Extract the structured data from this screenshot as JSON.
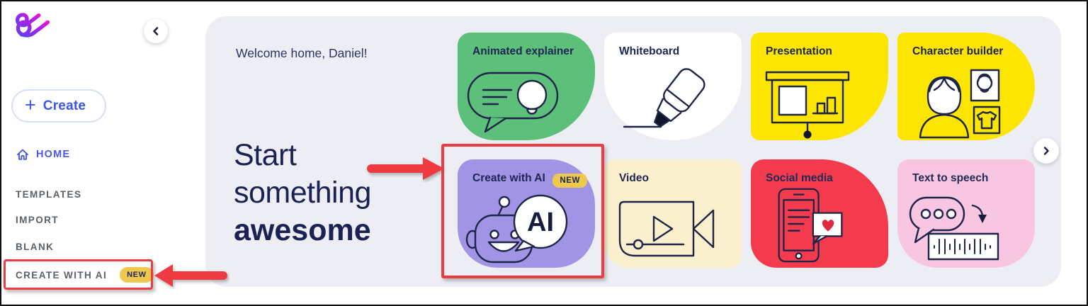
{
  "app": {
    "logo_icon": "scribble-logo",
    "colors": {
      "panel_bg": "#edeef4",
      "sidebar_bg": "#ffffff",
      "frame_border": "#101010",
      "heading_text": "#1b2153",
      "welcome_text": "#2c3263",
      "card_label": "#1d2553",
      "nav_item": "#5c6167",
      "nav_active": "#4a59e5",
      "create_button": "#3a57e8",
      "badge_bg": "#eec94d",
      "badge_text": "#1d2553",
      "annotation_red": "#ee3b42",
      "logo_gradient_start": "#5b43ee",
      "logo_gradient_end": "#ee13cf"
    }
  },
  "sidebar": {
    "collapse_icon": "chevron-left-icon",
    "create_button": {
      "plus": "+",
      "label": "Create"
    },
    "items": [
      {
        "label": "HOME",
        "icon": "home-icon",
        "active": true
      },
      {
        "label": "TEMPLATES"
      },
      {
        "label": "IMPORT"
      },
      {
        "label": "BLANK"
      },
      {
        "label": "CREATE WITH AI",
        "badge": "NEW",
        "highlighted": true
      }
    ]
  },
  "main": {
    "welcome": "Welcome home, Daniel!",
    "heading": {
      "line1": "Start",
      "line2": "something",
      "line3": "awesome"
    },
    "next_icon": "chevron-right-icon",
    "cards": [
      {
        "label": "Animated explainer",
        "icon": "speech-bubble-lightbulb-icon",
        "bg": "#5cbf7a"
      },
      {
        "label": "Whiteboard",
        "icon": "marker-pen-icon",
        "bg": "#ffffff"
      },
      {
        "label": "Presentation",
        "icon": "presentation-board-icon",
        "bg": "#fbe501"
      },
      {
        "label": "Character builder",
        "icon": "character-portrait-icon",
        "bg": "#fbe501"
      },
      {
        "label": "Create with AI",
        "icon": "robot-ai-bubble-icon",
        "bg": "#a294e4",
        "badge": "NEW",
        "bubble_text": "AI"
      },
      {
        "label": "Video",
        "icon": "video-camera-icon",
        "bg": "#faf0cd"
      },
      {
        "label": "Social media",
        "icon": "phone-heart-icon",
        "bg": "#f43b4d"
      },
      {
        "label": "Text to speech",
        "icon": "speech-waveform-icon",
        "bg": "#f9c6e2"
      }
    ]
  },
  "annotations": {
    "color": "#ee3b42",
    "sidebar_highlight_target": "CREATE WITH AI",
    "card_highlight_target": "Create with AI"
  }
}
